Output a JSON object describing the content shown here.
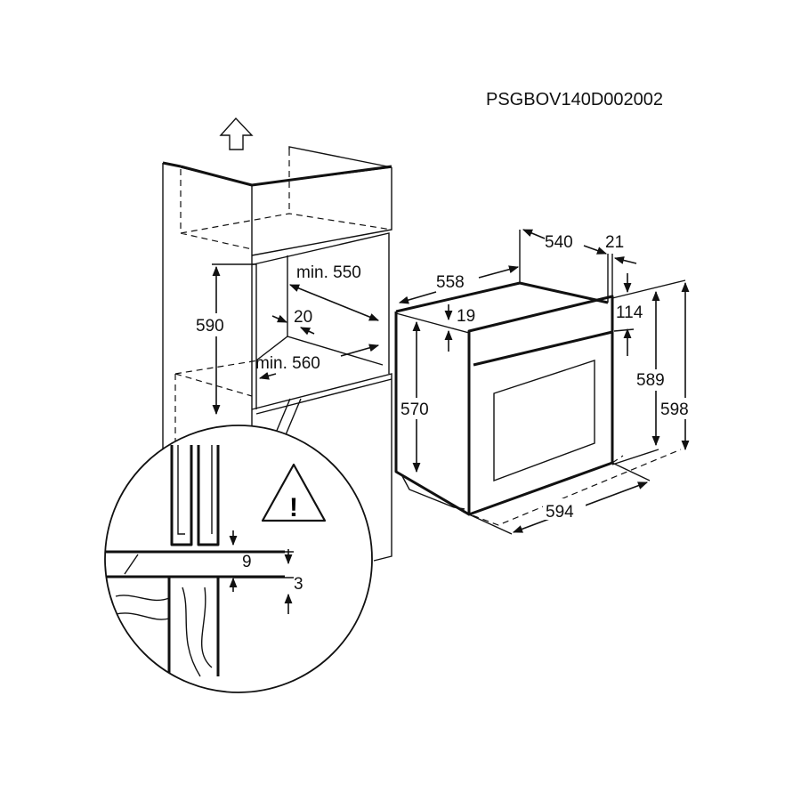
{
  "document_code": "PSGBOV140D002002",
  "cabinet": {
    "niche_height": "590",
    "niche_depth": "min. 550",
    "rear_gap": "20",
    "niche_width": "min. 560"
  },
  "oven": {
    "top_depth": "558",
    "body_depth": "540",
    "door_thickness": "21",
    "top_offset": "19",
    "control_panel_height": "114",
    "body_height": "570",
    "front_height": "589",
    "total_height": "598",
    "width": "594"
  },
  "detail": {
    "gap_9": "9",
    "gap_3": "3",
    "warning_symbol": "!"
  },
  "icons": [
    "up-arrow-icon",
    "warning-icon"
  ]
}
